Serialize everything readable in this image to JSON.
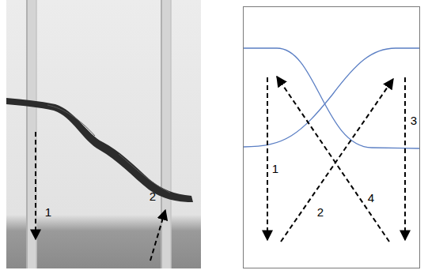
{
  "diagram": {
    "labels": [
      "1",
      "2",
      "1",
      "2",
      "3",
      "4"
    ]
  }
}
